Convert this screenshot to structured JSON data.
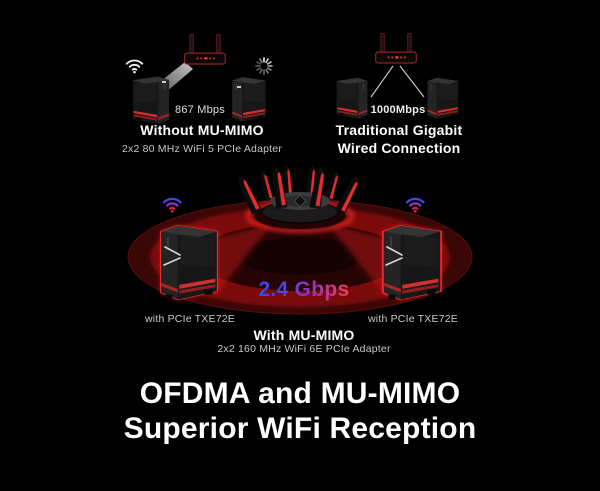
{
  "top_left": {
    "speed": "867 Mbps",
    "title": "Without MU-MIMO",
    "subtitle": "2x2 80 MHz WiFi 5 PCIe Adapter"
  },
  "top_right": {
    "speed": "1000Mbps",
    "title_line1": "Traditional Gigabit",
    "title_line2": "Wired Connection"
  },
  "center": {
    "speed": "2.4 Gbps",
    "pc_left_label": "with PCIe TXE72E",
    "pc_right_label": "with PCIe TXE72E",
    "title": "With MU-MIMO",
    "subtitle": "2x2 160 MHz WiFi 6E PCIe Adapter"
  },
  "footer": {
    "line1": "OFDMA and MU-MIMO",
    "line2": "Superior WiFi Reception"
  },
  "icons": {
    "wifi-white": "three-arc wifi signal with dot, white",
    "wifi-gradient": "three-arc wifi signal, blue-to-red gradient",
    "loading-spinner": "12-ray sunburst buffering icon, white",
    "mini-router": "two-antenna router, black with red outline",
    "gaming-router": "eight-blade antenna gaming router, black and red",
    "pc-tower": "black gaming tower case with red stripes",
    "coverage-rings": "concentric red radar ellipses",
    "signal-beam": "red cone beams from router to PCs"
  },
  "colors": {
    "background": "#000000",
    "accent_red": "#d22020",
    "ring_dark_red": "#3a0707",
    "ring_bright_red": "#8c1111",
    "speed_gradient_start": "#3847e8",
    "speed_gradient_mid": "#9333bb",
    "speed_gradient_end": "#ef4066",
    "text_primary": "#ffffff",
    "text_secondary": "#c8c8c8"
  }
}
